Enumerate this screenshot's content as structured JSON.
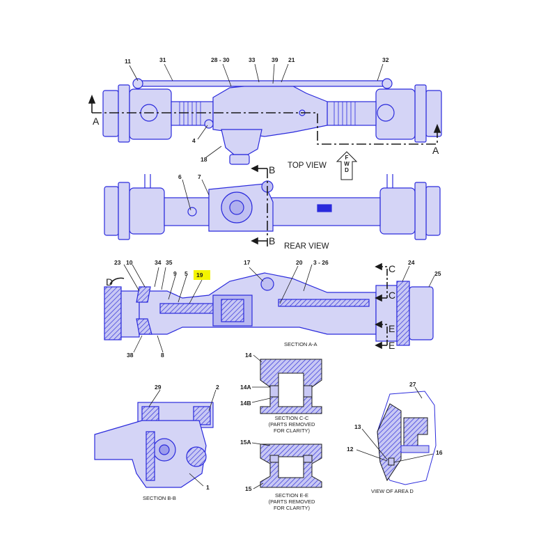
{
  "views": {
    "top": "TOP VIEW",
    "rear": "REAR VIEW",
    "section_aa": "SECTION A-A",
    "section_bb": "SECTION B-B",
    "section_cc": [
      "SECTION C-C",
      "(PARTS REMOVED",
      "FOR CLARITY)"
    ],
    "section_ee": [
      "SECTION E-E",
      "(PARTS REMOVED",
      "FOR CLARITY)"
    ],
    "area_d": "VIEW OF AREA D"
  },
  "fwd": [
    "F",
    "W",
    "D"
  ],
  "section_letters": {
    "a_left": "A",
    "a_right": "A",
    "b_top": "B",
    "b_bottom": "B",
    "c_top": "C",
    "c_bottom": "C",
    "d": "D",
    "e_top": "E",
    "e_bottom": "E"
  },
  "callouts": {
    "c11": "11",
    "c31": "31",
    "c28_30": "28 - 30",
    "c33": "33",
    "c39": "39",
    "c21": "21",
    "c32": "32",
    "c4": "4",
    "c18": "18",
    "c6": "6",
    "c7": "7",
    "c23": "23",
    "c10": "10",
    "c34": "34",
    "c35": "35",
    "c9": "9",
    "c5": "5",
    "c19": "19",
    "c17": "17",
    "c20": "20",
    "c3_26": "3 - 26",
    "c24": "24",
    "c25": "25",
    "c38": "38",
    "c8": "8",
    "c14": "14",
    "c14a": "14A",
    "c14b": "14B",
    "c15a": "15A",
    "c15": "15",
    "c29": "29",
    "c2": "2",
    "c1": "1",
    "c27": "27",
    "c13": "13",
    "c12": "12",
    "c16": "16"
  },
  "highlight_callout": "19",
  "colors": {
    "line": "#2a2adc",
    "fill": "#c8c8f4",
    "dark": "#1a1a1a",
    "highlight": "#f4f400"
  }
}
